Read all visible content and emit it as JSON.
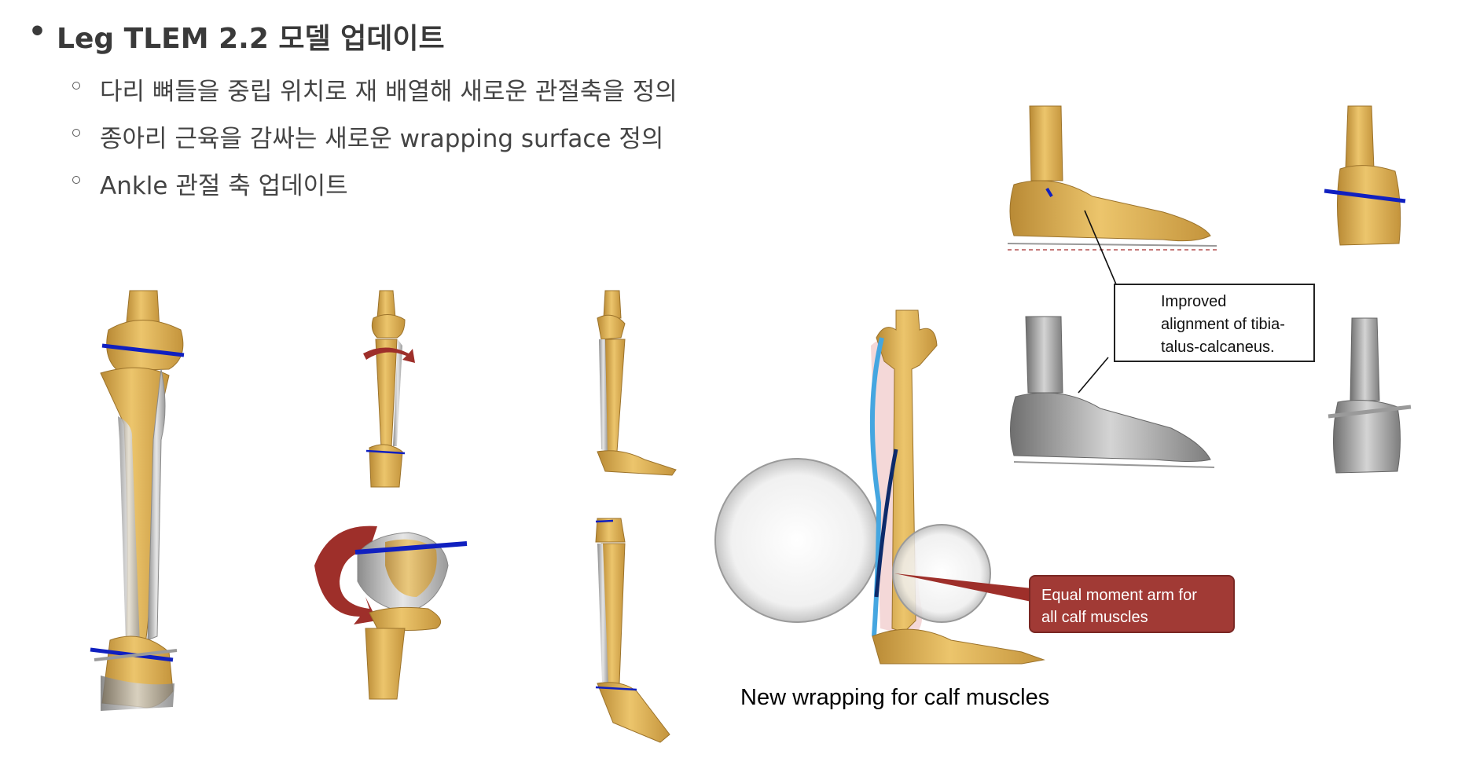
{
  "heading": {
    "bullet": "•",
    "text": "Leg TLEM 2.2 모델 업데이트"
  },
  "subitems": [
    "다리 뼈들을 중립 위치로 재 배열해 새로운 관절축을 정의",
    "종아리 근육을 감싸는 새로운 wrapping surface 정의",
    "Ankle 관절 축 업데이트"
  ],
  "figure": {
    "alignment_note": "Improved alignment of tibia-talus-calcaneus.",
    "alignment_note_lines": [
      "Improved",
      "alignment of tibia-",
      "talus-calcaneus."
    ],
    "moment_arm_note_lines": [
      "Equal moment arm for",
      "all calf muscles"
    ],
    "caption": "New wrapping for calf muscles"
  },
  "colors": {
    "bone": "#e2b65a",
    "bone_dark": "#b88a34",
    "bone_gray": "#9a9a9a",
    "axis_blue": "#1020c0",
    "arrow_red": "#9e2f2a",
    "callout_red": "#a13a35",
    "muscle_blue_light": "#45a6e0",
    "muscle_blue_dark": "#0d2a6a"
  }
}
